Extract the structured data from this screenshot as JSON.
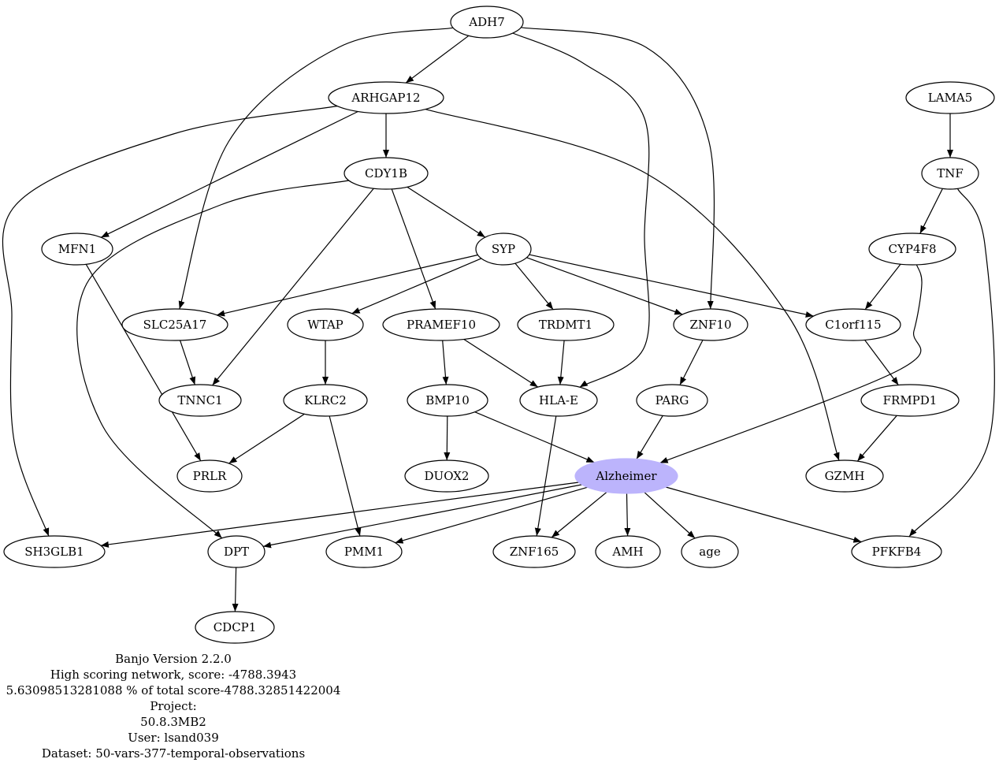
{
  "colors": {
    "highlight": "#bcb4fc"
  },
  "nodes": {
    "ADH7": "ADH7",
    "ARHGAP12": "ARHGAP12",
    "LAMA5": "LAMA5",
    "CDY1B": "CDY1B",
    "TNF": "TNF",
    "MFN1": "MFN1",
    "SYP": "SYP",
    "CYP4F8": "CYP4F8",
    "SLC25A17": "SLC25A17",
    "WTAP": "WTAP",
    "PRAMEF10": "PRAMEF10",
    "TRDMT1": "TRDMT1",
    "ZNF10": "ZNF10",
    "C1orf115": "C1orf115",
    "TNNC1": "TNNC1",
    "KLRC2": "KLRC2",
    "BMP10": "BMP10",
    "HLA-E": "HLA-E",
    "PARG": "PARG",
    "FRMPD1": "FRMPD1",
    "PRLR": "PRLR",
    "DUOX2": "DUOX2",
    "Alzheimer": "Alzheimer",
    "GZMH": "GZMH",
    "SH3GLB1": "SH3GLB1",
    "DPT": "DPT",
    "PMM1": "PMM1",
    "ZNF165": "ZNF165",
    "AMH": "AMH",
    "age": "age",
    "PFKFB4": "PFKFB4",
    "CDCP1": "CDCP1"
  },
  "highlighted": "Alzheimer",
  "edges": [
    [
      "ADH7",
      "ARHGAP12"
    ],
    [
      "ADH7",
      "SLC25A17"
    ],
    [
      "ADH7",
      "HLA-E"
    ],
    [
      "ADH7",
      "ZNF10"
    ],
    [
      "ARHGAP12",
      "CDY1B"
    ],
    [
      "ARHGAP12",
      "MFN1"
    ],
    [
      "ARHGAP12",
      "SH3GLB1"
    ],
    [
      "ARHGAP12",
      "GZMH"
    ],
    [
      "LAMA5",
      "TNF"
    ],
    [
      "TNF",
      "CYP4F8"
    ],
    [
      "TNF",
      "PFKFB4"
    ],
    [
      "CDY1B",
      "SYP"
    ],
    [
      "CDY1B",
      "PRAMEF10"
    ],
    [
      "CDY1B",
      "TNNC1"
    ],
    [
      "CDY1B",
      "DPT"
    ],
    [
      "MFN1",
      "PRLR"
    ],
    [
      "SYP",
      "SLC25A17"
    ],
    [
      "SYP",
      "WTAP"
    ],
    [
      "SYP",
      "TRDMT1"
    ],
    [
      "SYP",
      "ZNF10"
    ],
    [
      "SYP",
      "C1orf115"
    ],
    [
      "CYP4F8",
      "C1orf115"
    ],
    [
      "CYP4F8",
      "Alzheimer"
    ],
    [
      "SLC25A17",
      "TNNC1"
    ],
    [
      "WTAP",
      "KLRC2"
    ],
    [
      "PRAMEF10",
      "BMP10"
    ],
    [
      "PRAMEF10",
      "HLA-E"
    ],
    [
      "TRDMT1",
      "HLA-E"
    ],
    [
      "ZNF10",
      "PARG"
    ],
    [
      "C1orf115",
      "FRMPD1"
    ],
    [
      "KLRC2",
      "PRLR"
    ],
    [
      "KLRC2",
      "PMM1"
    ],
    [
      "BMP10",
      "DUOX2"
    ],
    [
      "BMP10",
      "Alzheimer"
    ],
    [
      "HLA-E",
      "ZNF165"
    ],
    [
      "PARG",
      "Alzheimer"
    ],
    [
      "FRMPD1",
      "GZMH"
    ],
    [
      "Alzheimer",
      "SH3GLB1"
    ],
    [
      "Alzheimer",
      "DPT"
    ],
    [
      "Alzheimer",
      "PMM1"
    ],
    [
      "Alzheimer",
      "ZNF165"
    ],
    [
      "Alzheimer",
      "AMH"
    ],
    [
      "Alzheimer",
      "age"
    ],
    [
      "Alzheimer",
      "PFKFB4"
    ],
    [
      "DPT",
      "CDCP1"
    ]
  ],
  "caption": [
    "Banjo Version 2.2.0",
    "High scoring network, score: -4788.3943",
    "5.63098513281088 % of total score-4788.32851422004",
    "Project:",
    "50.8.3MB2",
    "User: lsand039",
    "Dataset: 50-vars-377-temporal-observations"
  ]
}
